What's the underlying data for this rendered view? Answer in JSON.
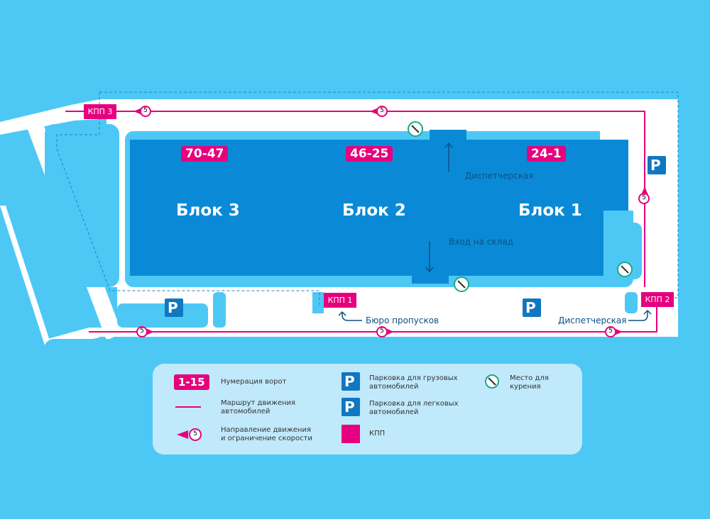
{
  "gates": {
    "block3": "70-47",
    "block2": "46-25",
    "block1": "24-1"
  },
  "blocks": {
    "block3": "Блок 3",
    "block2": "Блок 2",
    "block1": "Блок 1"
  },
  "checkpoints": {
    "kpp1": "КПП 1",
    "kpp2": "КПП 2",
    "kpp3": "КПП 3"
  },
  "speed_limit": "5",
  "notes": {
    "dispatch_top": "Диспетчерская",
    "entrance": "Вход на склад",
    "pass_office": "Бюро пропусков",
    "dispatch_bottom": "Диспетчерская"
  },
  "legend": {
    "gate_sample": "1-15",
    "gate_numbering": "Нумерация ворот",
    "route": "Маршрут движения автомобилей",
    "direction": "Направление движения и ограничение скорости",
    "truck_parking": "Парковка для грузовых автомобилей",
    "car_parking": "Парковка для легковых автомобилей",
    "kpp": "КПП",
    "smoking": "Место для курения",
    "parking_letter": "P"
  },
  "colors": {
    "accent": "#e6007e",
    "building": "#0a8ad6",
    "background": "#4dc8f5",
    "legend_bg": "#c0e9fb"
  }
}
